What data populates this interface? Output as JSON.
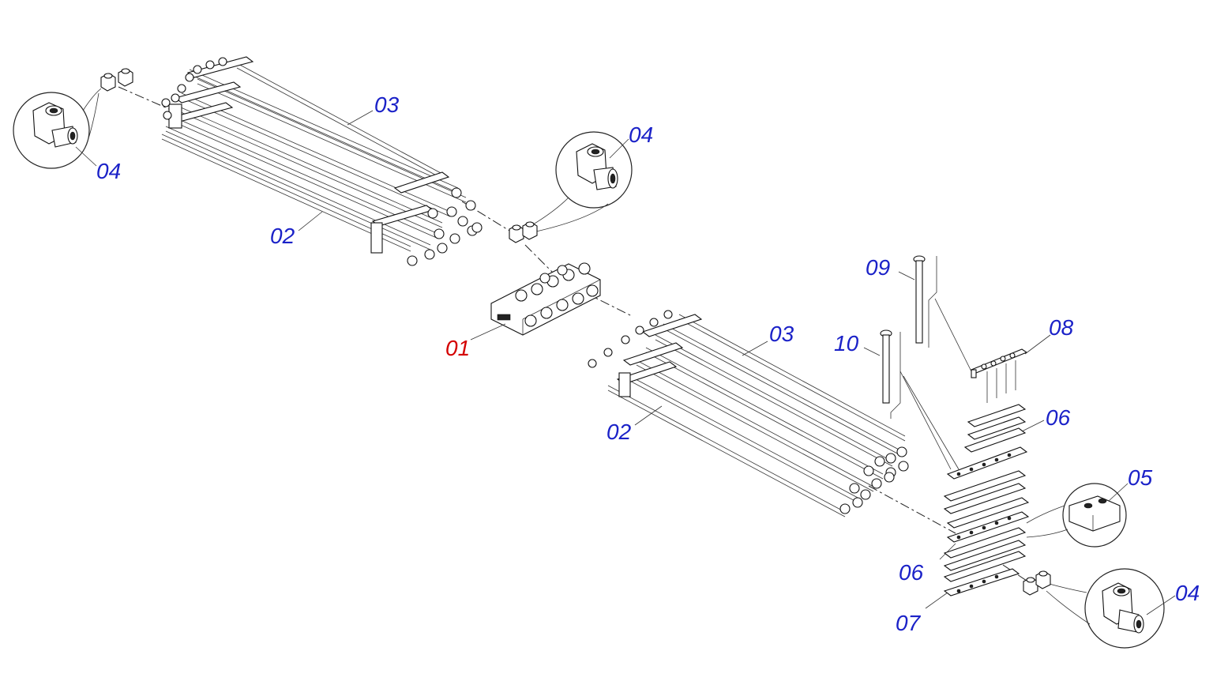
{
  "diagram": {
    "accent_main": "#d40000",
    "accent_label": "#1b22c8",
    "callouts": [
      {
        "id": "c-01",
        "text": "01",
        "main": true
      },
      {
        "id": "c-02a",
        "text": "02"
      },
      {
        "id": "c-02b",
        "text": "02"
      },
      {
        "id": "c-03a",
        "text": "03"
      },
      {
        "id": "c-03b",
        "text": "03"
      },
      {
        "id": "c-04a",
        "text": "04"
      },
      {
        "id": "c-04b",
        "text": "04"
      },
      {
        "id": "c-04c",
        "text": "04"
      },
      {
        "id": "c-05",
        "text": "05"
      },
      {
        "id": "c-06a",
        "text": "06"
      },
      {
        "id": "c-06b",
        "text": "06"
      },
      {
        "id": "c-07",
        "text": "07"
      },
      {
        "id": "c-08",
        "text": "08"
      },
      {
        "id": "c-09",
        "text": "09"
      },
      {
        "id": "c-10",
        "text": "10"
      }
    ]
  }
}
